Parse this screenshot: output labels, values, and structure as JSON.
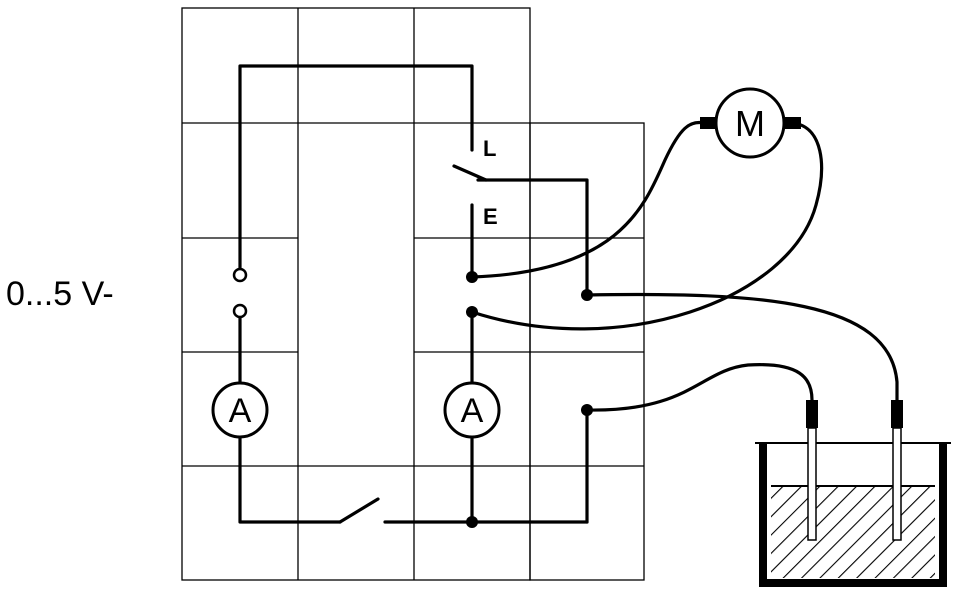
{
  "supply_label": "0...5 V-",
  "switch_labels": {
    "l": "L",
    "e": "E"
  },
  "ammeter_symbol": "A",
  "motor_symbol": "M",
  "colors": {
    "wire": "#000000",
    "grid": "#000000",
    "background": "#ffffff"
  }
}
